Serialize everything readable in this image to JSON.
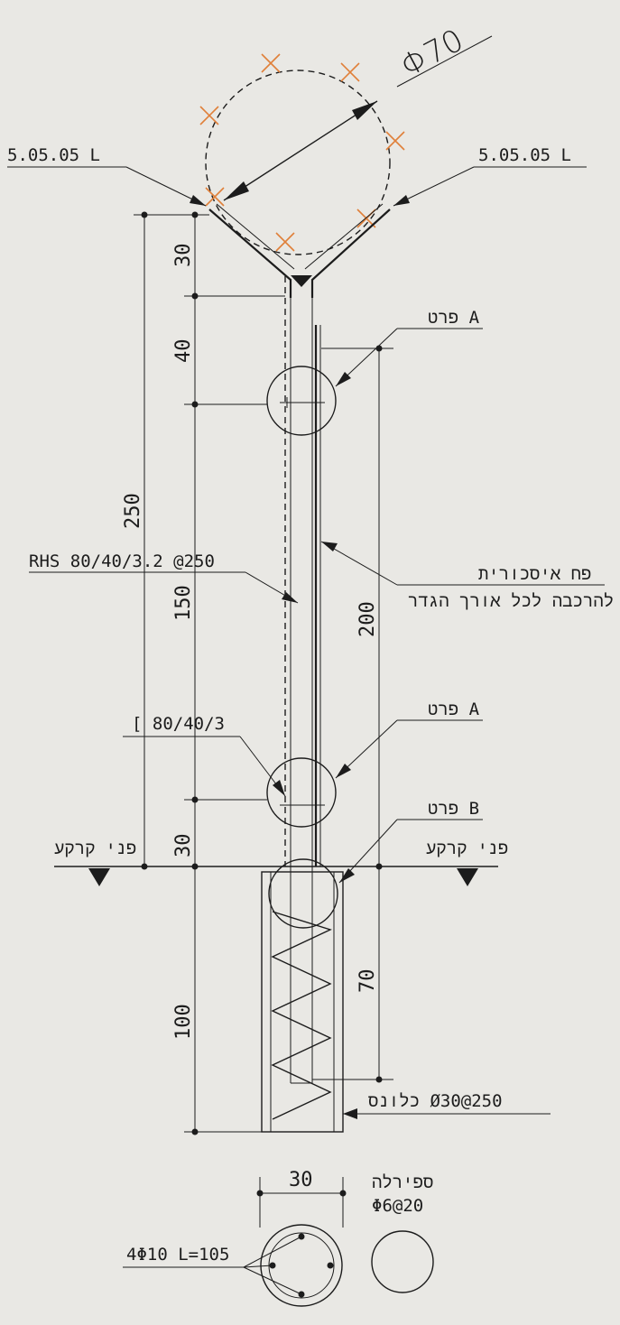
{
  "drawing": {
    "wire_diameter": "Φ70",
    "angle_left": "5.05.05 L",
    "angle_right": "5.05.05 L",
    "detail_a_top": "פרט A",
    "detail_a_bottom": "פרט A",
    "detail_b": "פרט B",
    "post_profile": "RHS 80/40/3.2 @250",
    "channel_profile": "[ 80/40/3",
    "plate_line1": "פח איסכורית",
    "plate_line2": "להרכבה לכל אורך הגדר",
    "ground_left": "פני קרקע",
    "ground_right": "פני קרקע",
    "pile_label": "כלונס  Ø30@250",
    "spiral_line1": "ספירלה",
    "spiral_line2": "Φ6@20",
    "rebar_label": "4Φ10 L=105",
    "dim_30_top": "30",
    "dim_40": "40",
    "dim_250": "250",
    "dim_150": "150",
    "dim_200": "200",
    "dim_30_mid": "30",
    "dim_70": "70",
    "dim_100": "100",
    "dim_30_section": "30"
  }
}
